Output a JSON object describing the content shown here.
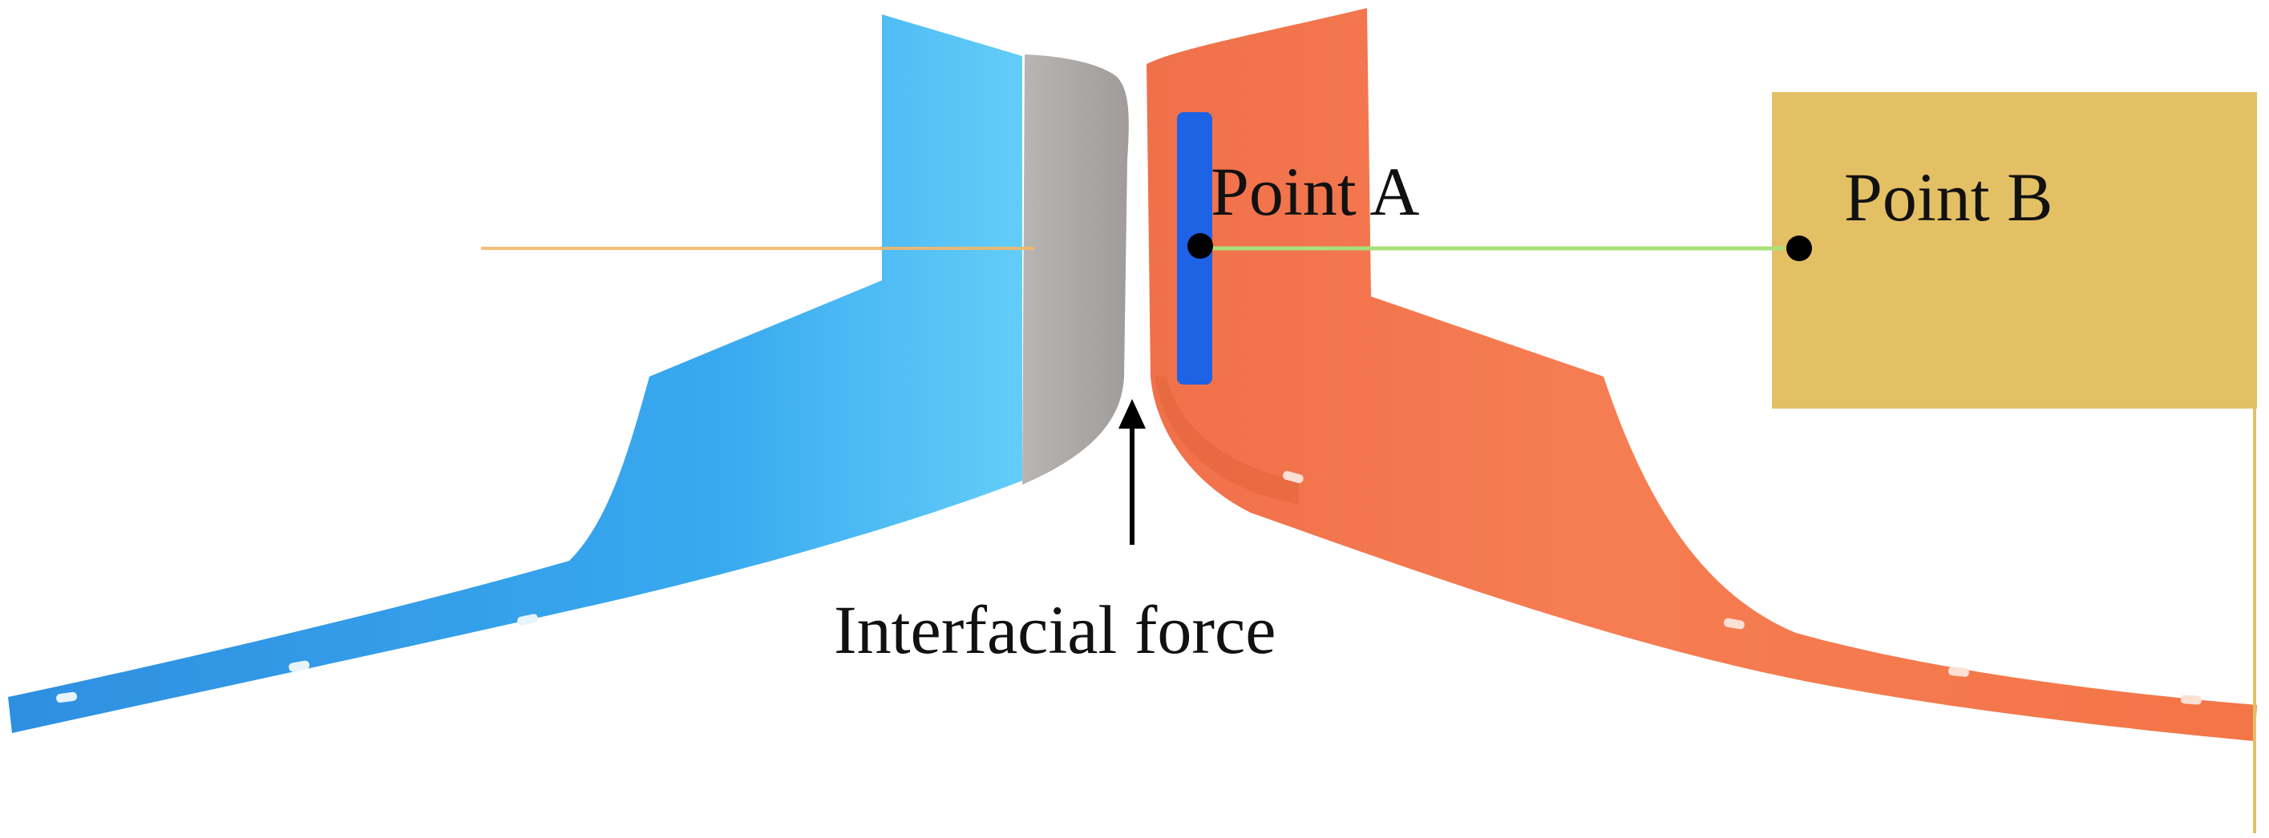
{
  "labels": {
    "point_a": "Point A",
    "point_b": "Point B",
    "interfacial_force": "Interfacial force"
  },
  "colors": {
    "left_seal": "#2e9be3",
    "left_seal_highlight": "#5ec8f7",
    "gray_strip": "#a9a6a5",
    "right_seal": "#f37a4e",
    "right_seal_dark": "#e76a3f",
    "blue_pad": "#1e62e6",
    "target_block": "#e3c064",
    "orange_line": "#f6b86a",
    "green_line": "#a8e07a"
  }
}
